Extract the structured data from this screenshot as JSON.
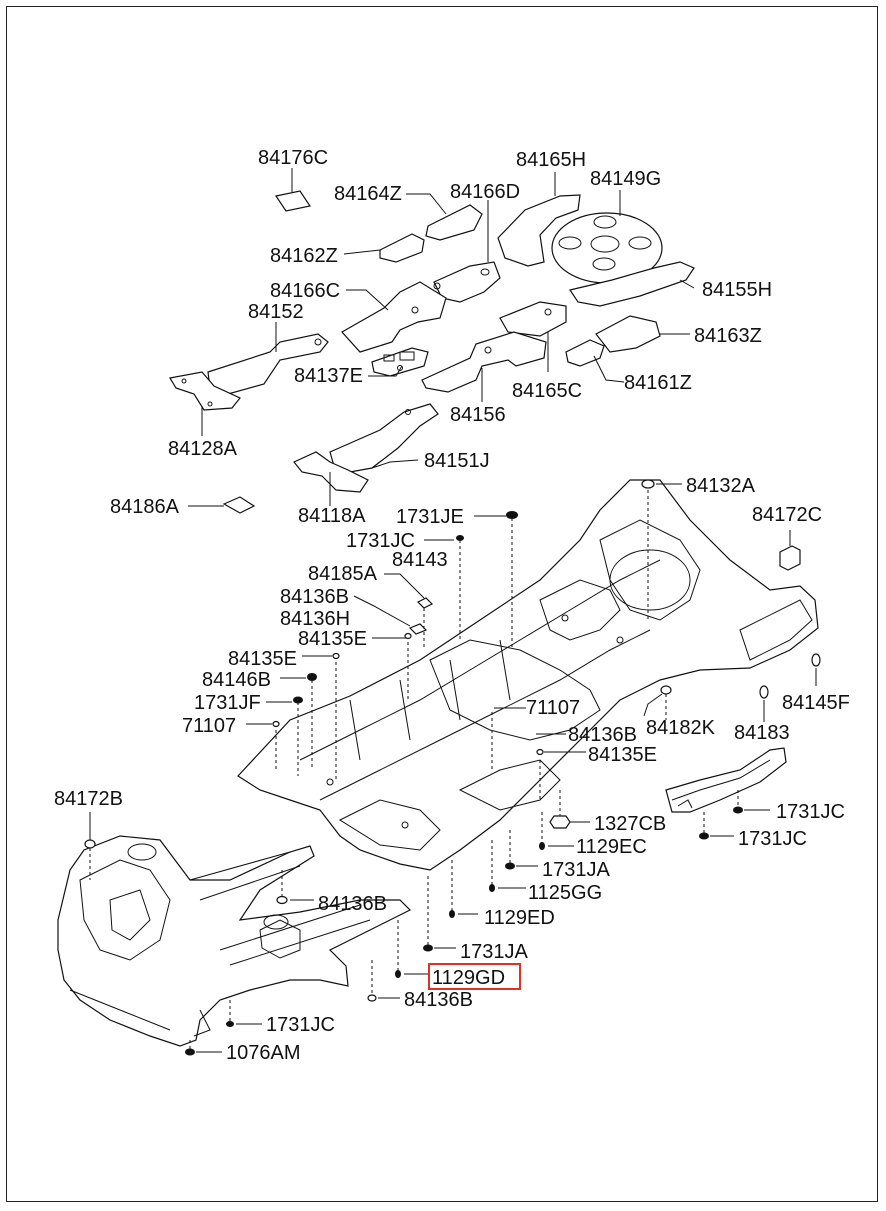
{
  "highlight_color": "#e0302a",
  "labels": {
    "l84176C": "84176C",
    "l84165H": "84165H",
    "l84149G": "84149G",
    "l84164Z": "84164Z",
    "l84166D": "84166D",
    "l84162Z": "84162Z",
    "l84155H": "84155H",
    "l84166C": "84166C",
    "l84152": "84152",
    "l84163Z": "84163Z",
    "l84137E": "84137E",
    "l84161Z": "84161Z",
    "l84165C": "84165C",
    "l84156": "84156",
    "l84128A": "84128A",
    "l84151J": "84151J",
    "l84186A": "84186A",
    "l84118A": "84118A",
    "l84132A": "84132A",
    "l1731JE": "1731JE",
    "l84172C": "84172C",
    "l1731JC_a": "1731JC",
    "l84143": "84143",
    "l84185A": "84185A",
    "l84136B_a": "84136B",
    "l84136H": "84136H",
    "l84135E_a": "84135E",
    "l84135E_b": "84135E",
    "l84146B": "84146B",
    "l84145F": "84145F",
    "l1731JF": "1731JF",
    "l71107_a": "71107",
    "l71107_b": "71107",
    "l84182K": "84182K",
    "l84183": "84183",
    "l84136B_b": "84136B",
    "l84135E_c": "84135E",
    "l84172B": "84172B",
    "l1731JC_b": "1731JC",
    "l1327CB": "1327CB",
    "l1731JC_c": "1731JC",
    "l1129EC": "1129EC",
    "l1731JA_a": "1731JA",
    "l1125GG": "1125GG",
    "l84136B_c": "84136B",
    "l1129ED": "1129ED",
    "l1731JA_b": "1731JA",
    "l1129GD": "1129GD",
    "l84136B_d": "84136B",
    "l1731JC_d": "1731JC",
    "l1076AM": "1076AM"
  }
}
